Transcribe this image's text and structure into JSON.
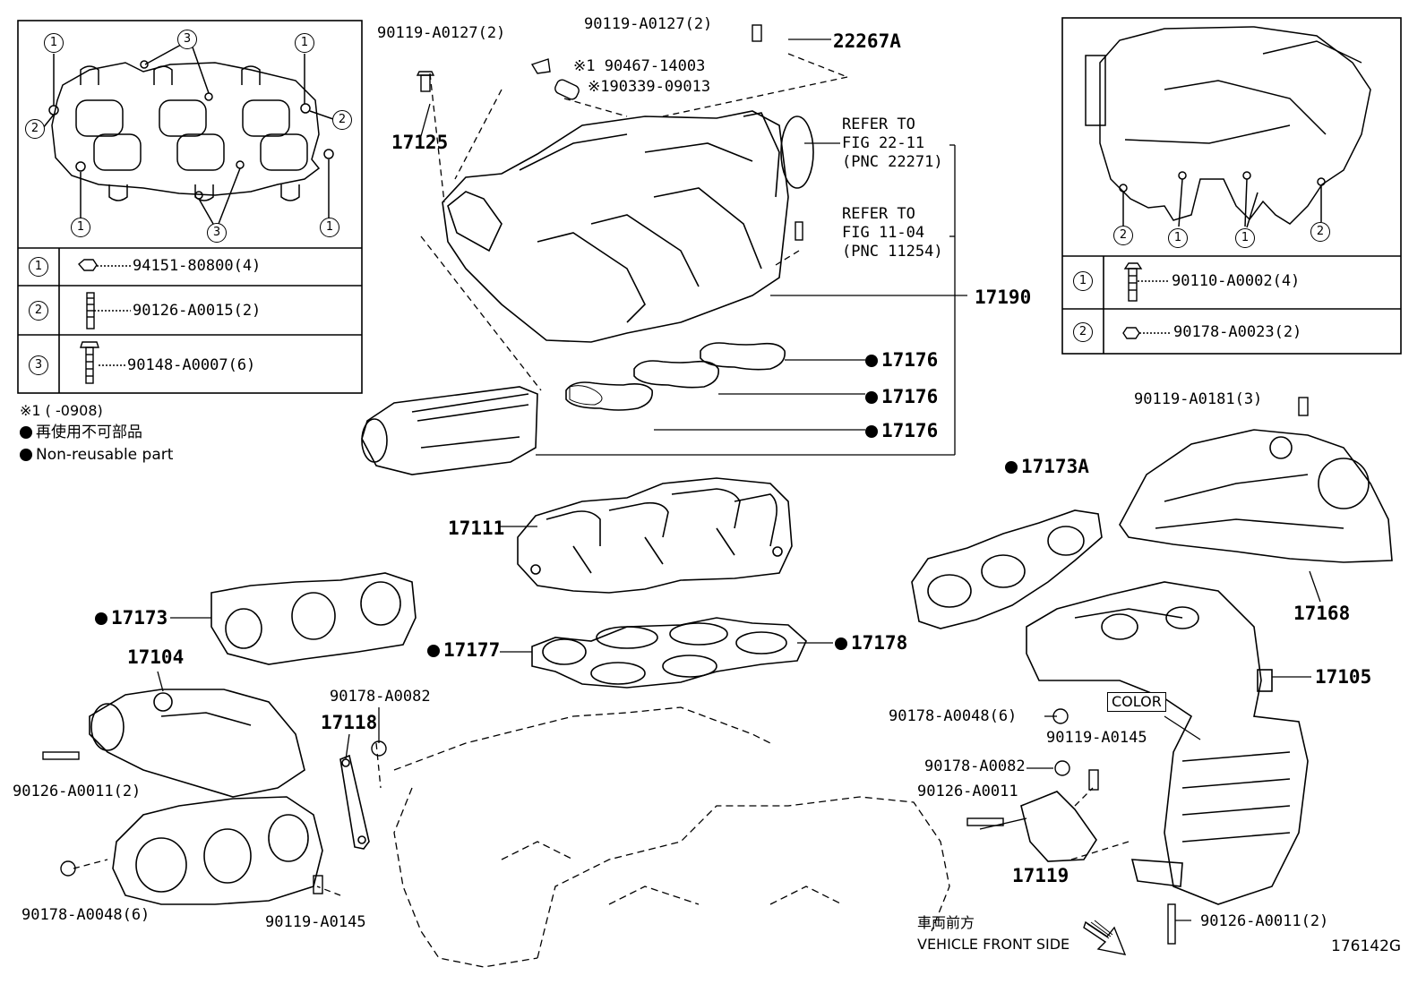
{
  "figure_code": "176142G",
  "legend": {
    "note_1": "※1 (     -0908)",
    "jp_nonreusable": "再使用不可部品",
    "en_nonreusable": "Non-reusable part"
  },
  "inset_left": {
    "rows": [
      {
        "marker": "1",
        "part": "94151-80800(4)"
      },
      {
        "marker": "2",
        "part": "90126-A0015(2)"
      },
      {
        "marker": "3",
        "part": "90148-A0007(6)"
      }
    ]
  },
  "inset_right": {
    "rows": [
      {
        "marker": "1",
        "part": "90110-A0002(4)"
      },
      {
        "marker": "2",
        "part": "90178-A0023(2)"
      }
    ]
  },
  "refs": {
    "ref1": [
      "REFER TO",
      "FIG 22-11",
      "(PNC 22271)"
    ],
    "ref2": [
      "REFER TO",
      "FIG 11-04",
      "(PNC 11254)"
    ]
  },
  "labels": {
    "p90119_a0127_left": "90119-A0127(2)",
    "p90119_a0127_top": "90119-A0127(2)",
    "p22267a": "22267A",
    "p90467": "※1 90467-14003",
    "p90339": "※190339-09013",
    "p17125": "17125",
    "p17190": "17190",
    "p17176_a": "17176",
    "p17176_b": "17176",
    "p17176_c": "17176",
    "p90119_a0181": "90119-A0181(3)",
    "p17173a": "17173A",
    "p17168": "17168",
    "p17111": "17111",
    "p17173": "17173",
    "p17104": "17104",
    "p17177": "17177",
    "p17178": "17178",
    "p17105": "17105",
    "color": "COLOR",
    "p90178_a0048_r": "90178-A0048(6)",
    "p90119_a0145_r": "90119-A0145",
    "p90178_a0082_r": "90178-A0082",
    "p90126_a0011_r": "90126-A0011",
    "p17119": "17119",
    "p90126_a0011_2_r": "90126-A0011(2)",
    "p90178_a0082_l": "90178-A0082",
    "p17118": "17118",
    "p90126_a0011_2_l": "90126-A0011(2)",
    "p90178_a0048_l": "90178-A0048(6)",
    "p90119_a0145_l": "90119-A0145",
    "front_jp": "車両前方",
    "front_en": "VEHICLE FRONT SIDE"
  }
}
